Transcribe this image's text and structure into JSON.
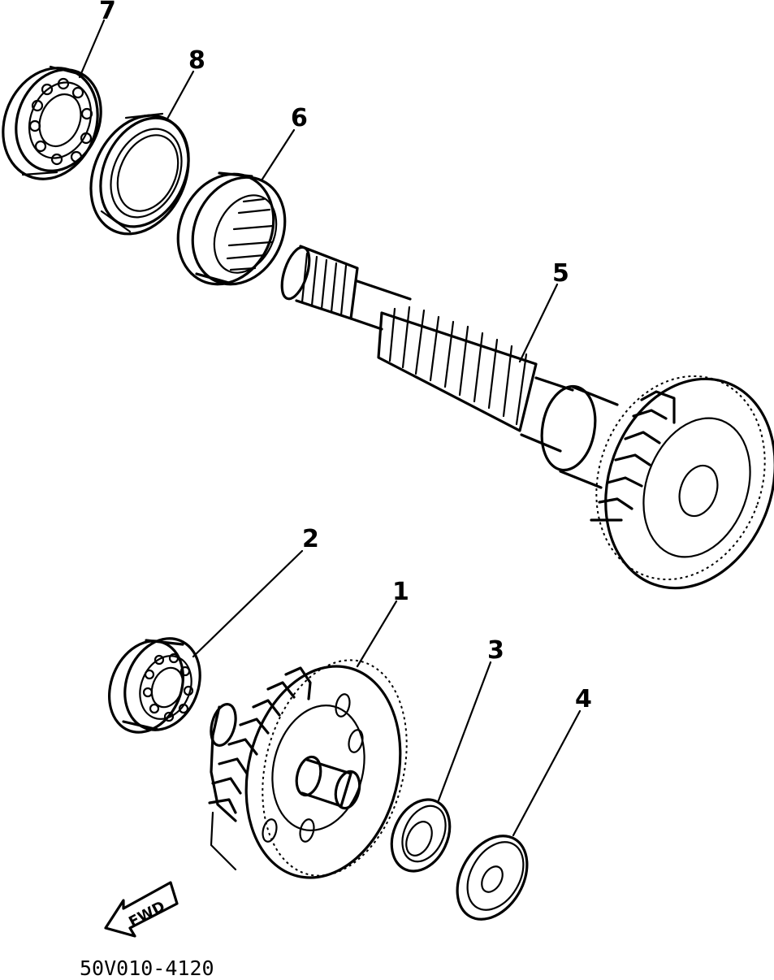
{
  "callouts": {
    "part_1": "1",
    "part_2": "2",
    "part_3": "3",
    "part_4": "4",
    "part_5": "5",
    "part_6": "6",
    "part_7": "7",
    "part_8": "8"
  },
  "direction_marker": "FWD",
  "diagram_code": "50V010-4120"
}
